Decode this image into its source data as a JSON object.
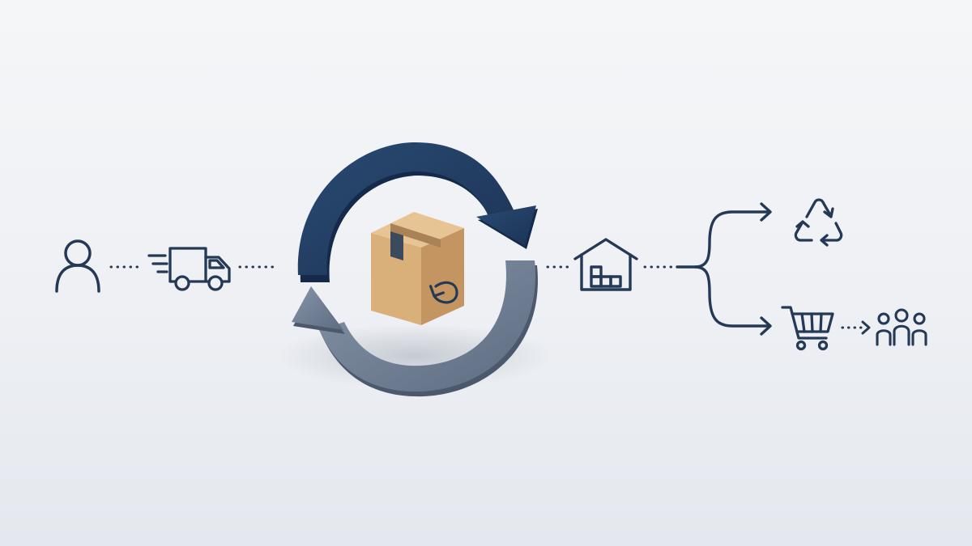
{
  "diagram": {
    "type": "reverse-logistics-flow",
    "colors": {
      "icon_stroke": "#243955",
      "arrow_dark": "#1f3a5f",
      "arrow_light": "#6b7a90",
      "box_face": "#d9b07a",
      "box_side": "#c49560",
      "box_top": "#e7c493",
      "tape": "#a98256"
    },
    "nodes": [
      {
        "id": "customer",
        "icon": "person-icon"
      },
      {
        "id": "shipping",
        "icon": "delivery-truck-icon"
      },
      {
        "id": "return-cycle",
        "icon": "return-package-icon"
      },
      {
        "id": "warehouse",
        "icon": "warehouse-icon"
      },
      {
        "id": "recycle",
        "icon": "recycle-icon"
      },
      {
        "id": "resale",
        "icon": "shopping-cart-icon"
      },
      {
        "id": "buyers",
        "icon": "people-group-icon"
      }
    ],
    "edges": [
      {
        "from": "customer",
        "to": "shipping",
        "style": "dotted"
      },
      {
        "from": "shipping",
        "to": "return-cycle",
        "style": "dotted"
      },
      {
        "from": "return-cycle",
        "to": "warehouse",
        "style": "dotted"
      },
      {
        "from": "warehouse",
        "to": "recycle",
        "style": "branch-arrow"
      },
      {
        "from": "warehouse",
        "to": "resale",
        "style": "branch-arrow"
      },
      {
        "from": "resale",
        "to": "buyers",
        "style": "dotted-arrow"
      }
    ]
  }
}
